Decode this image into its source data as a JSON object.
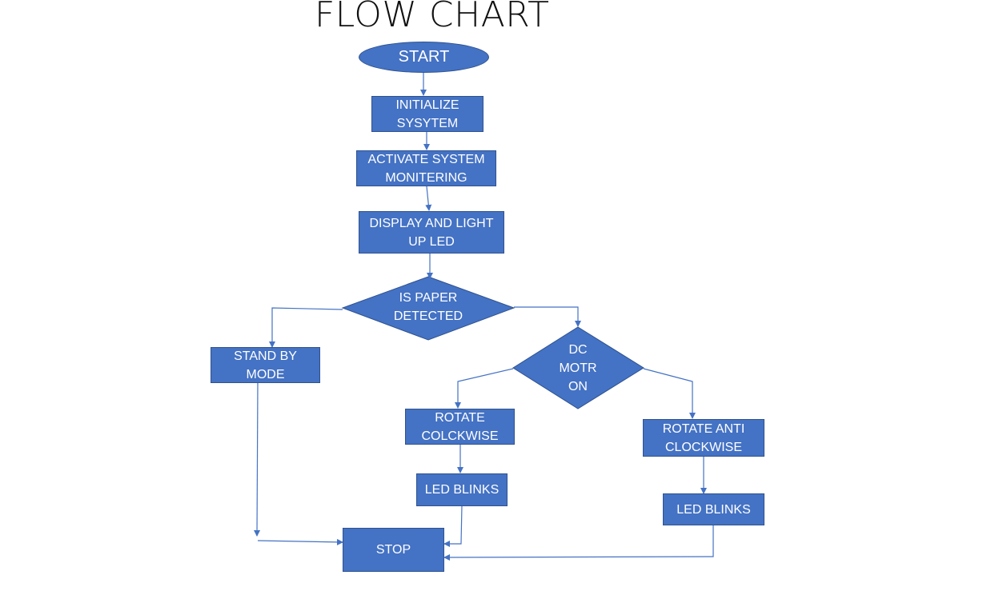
{
  "title": "FLOW CHART",
  "nodes": {
    "start": "START",
    "initialize": "INITIALIZE\nSYSYTEM",
    "activate": "ACTIVATE SYSTEM\nMONITERING",
    "display": "DISPLAY AND LIGHT\nUP LED",
    "paper_decision": "IS PAPER\nDETECTED",
    "standby": "STAND BY\nMODE",
    "motor_decision": "DC\nMOTR\nON",
    "rotate_cw": "ROTATE\nCOLCKWISE",
    "rotate_acw": "ROTATE  ANTI\nCLOCKWISE",
    "led_blinks_left": "LED BLINKS",
    "led_blinks_right": "LED BLINKS",
    "stop": "STOP"
  },
  "colors": {
    "fill": "#4472c4",
    "border": "#2f528f",
    "text": "#ffffff",
    "connector": "#4472c4"
  }
}
